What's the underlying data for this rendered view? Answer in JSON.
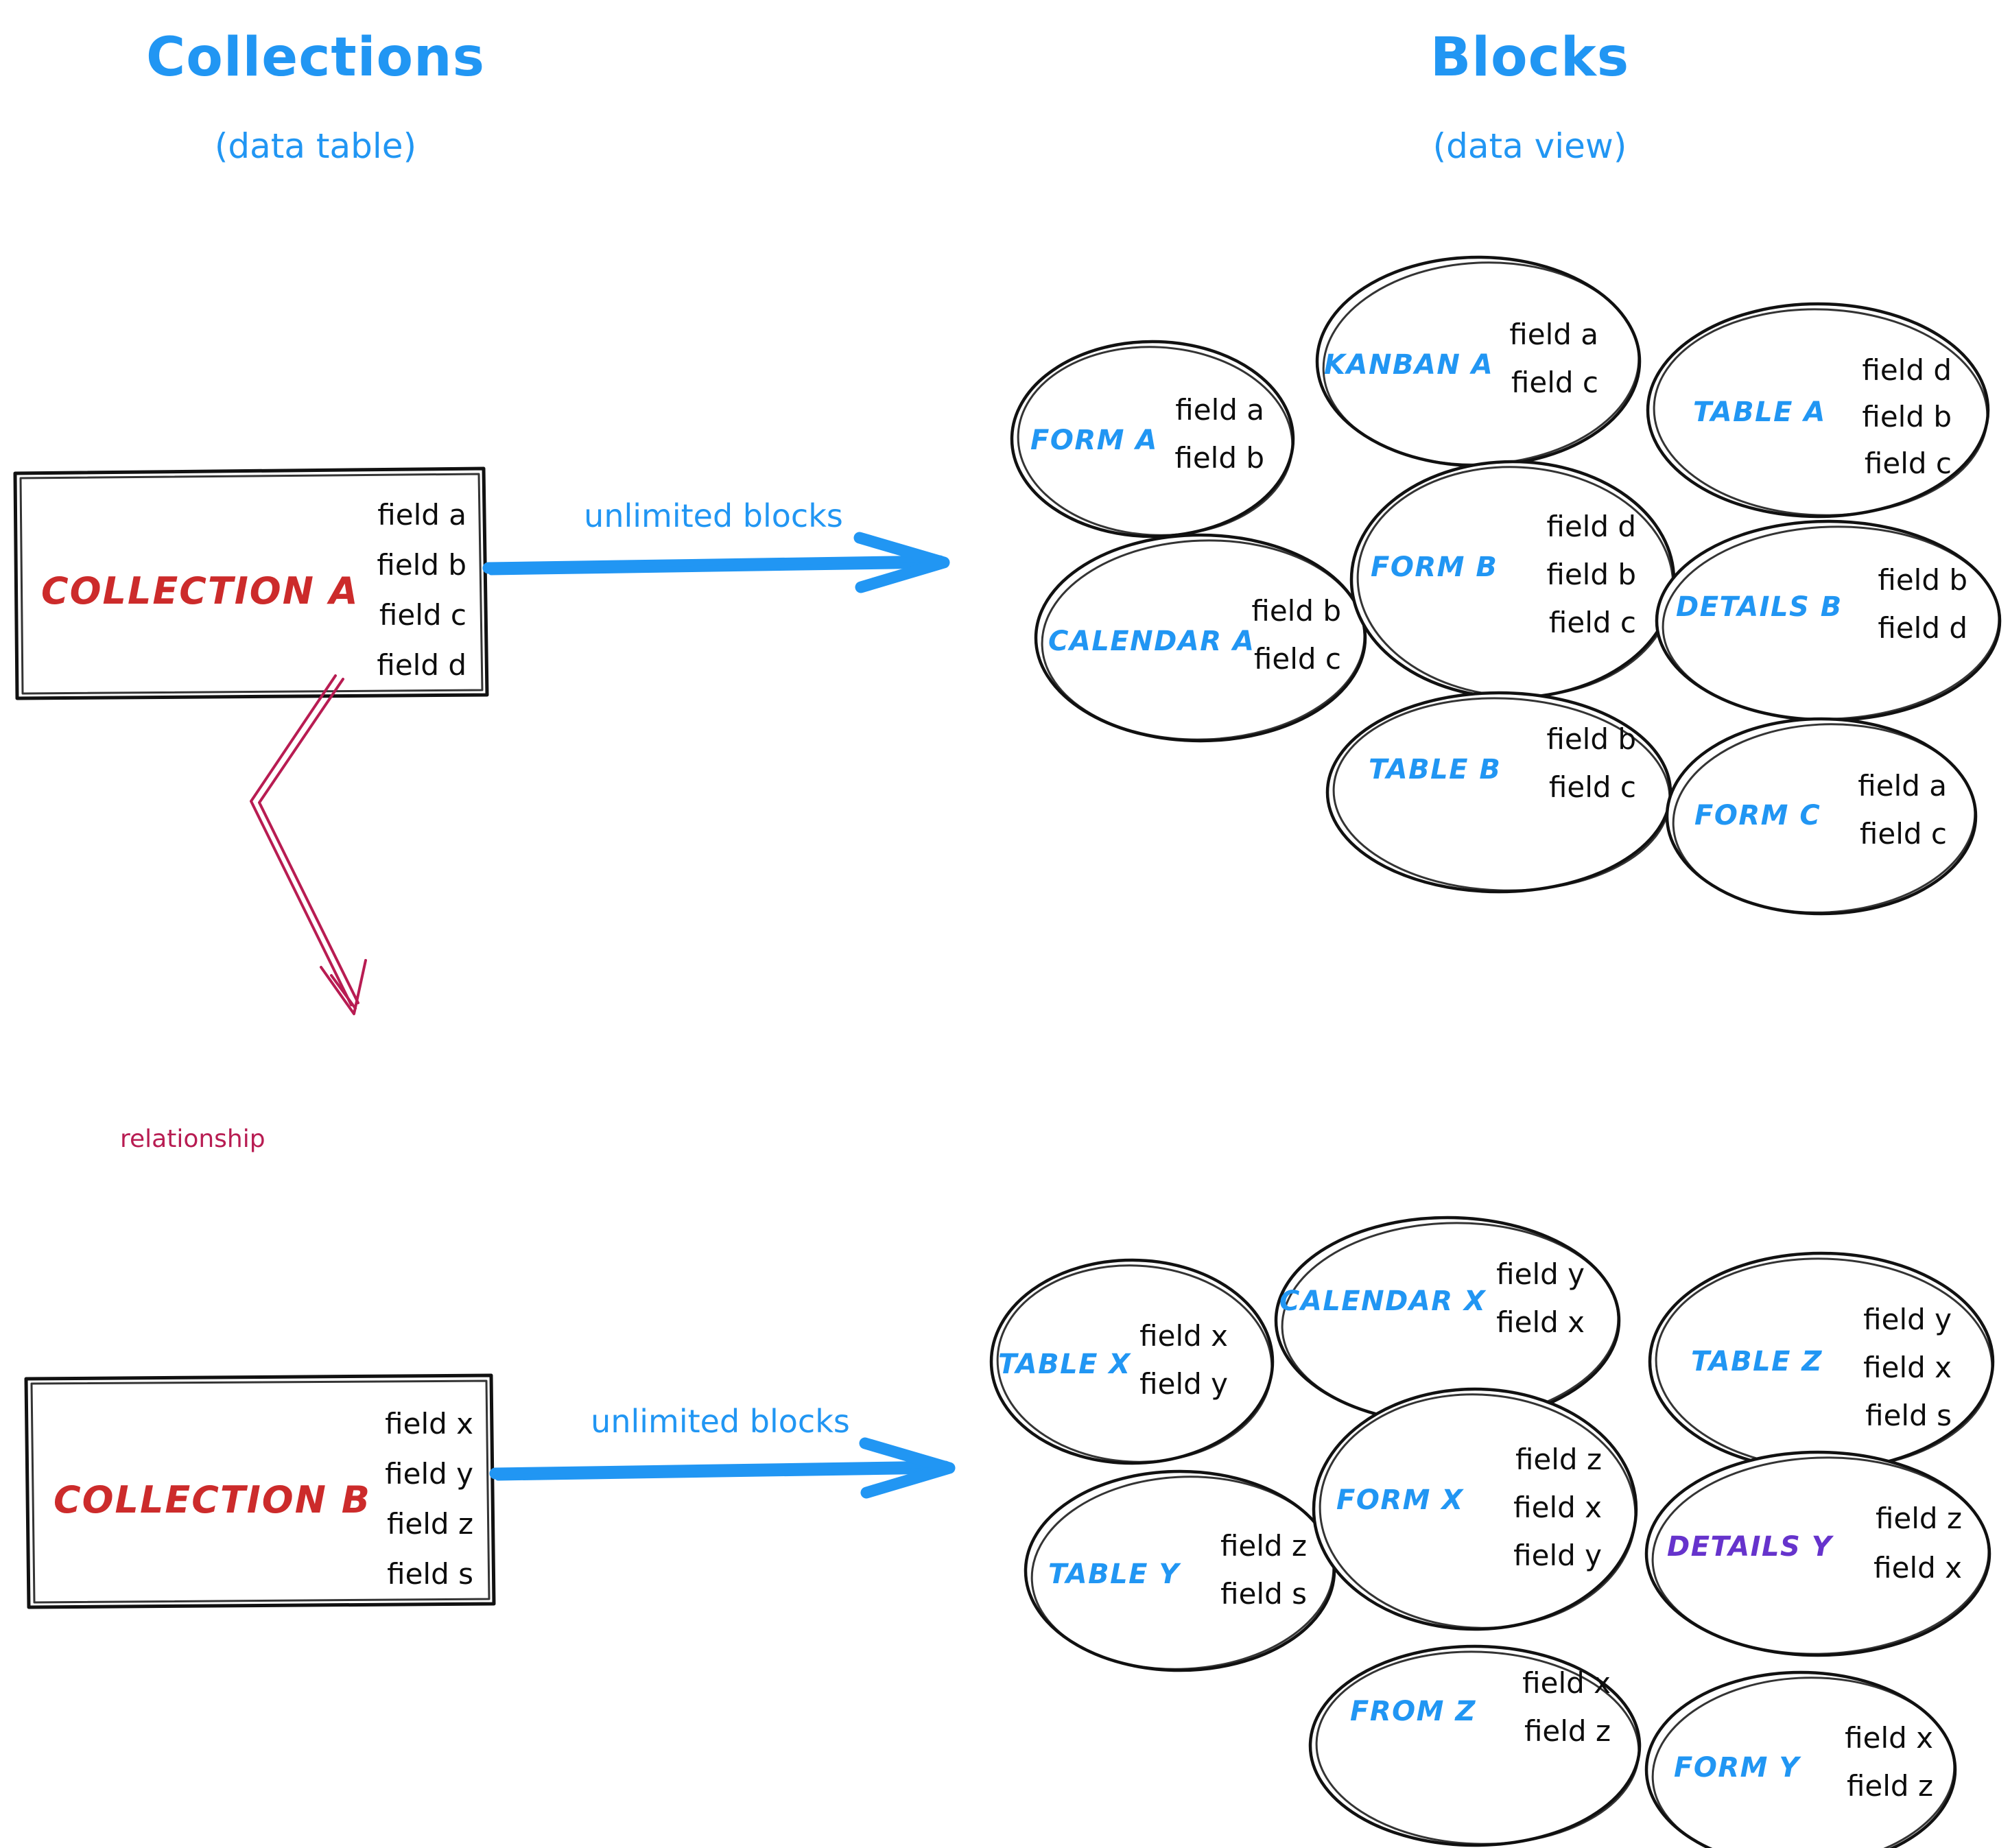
{
  "headers": {
    "left": {
      "title": "Collections",
      "subtitle": "(data table)"
    },
    "right": {
      "title": "Blocks",
      "subtitle": "(data view)"
    }
  },
  "colors": {
    "accent_blue": "#2196f3",
    "collection_red": "#cc2b2b",
    "relationship_crimson": "#b81c52",
    "details_y_purple": "#6633cc",
    "stroke_black": "#111111"
  },
  "arrows": {
    "top_label": "unlimited blocks",
    "bottom_label": "unlimited blocks",
    "relationship_label": "relationship"
  },
  "collections": [
    {
      "name": "COLLECTION A",
      "fields": [
        "field a",
        "field b",
        "field c",
        "field d"
      ]
    },
    {
      "name": "COLLECTION B",
      "fields": [
        "field x",
        "field y",
        "field z",
        "field s"
      ]
    }
  ],
  "blocks_a": [
    {
      "name": "FORM A",
      "fields": [
        "field a",
        "field b"
      ],
      "color": "blue"
    },
    {
      "name": "KANBAN A",
      "fields": [
        "field a",
        "field c"
      ],
      "color": "blue"
    },
    {
      "name": "TABLE A",
      "fields": [
        "field d",
        "field b",
        "field c"
      ],
      "color": "blue"
    },
    {
      "name": "CALENDAR A",
      "fields": [
        "field b",
        "field c"
      ],
      "color": "blue"
    },
    {
      "name": "FORM B",
      "fields": [
        "field d",
        "field b",
        "field c"
      ],
      "color": "blue"
    },
    {
      "name": "DETAILS B",
      "fields": [
        "field b",
        "field d"
      ],
      "color": "blue"
    },
    {
      "name": "TABLE B",
      "fields": [
        "field b",
        "field c"
      ],
      "color": "blue"
    },
    {
      "name": "FORM C",
      "fields": [
        "field a",
        "field c"
      ],
      "color": "blue"
    }
  ],
  "blocks_b": [
    {
      "name": "TABLE X",
      "fields": [
        "field x",
        "field y"
      ],
      "color": "blue"
    },
    {
      "name": "CALENDAR X",
      "fields": [
        "field y",
        "field x"
      ],
      "color": "blue"
    },
    {
      "name": "TABLE Z",
      "fields": [
        "field y",
        "field x",
        "field s"
      ],
      "color": "blue"
    },
    {
      "name": "TABLE Y",
      "fields": [
        "field z",
        "field s"
      ],
      "color": "blue"
    },
    {
      "name": "FORM X",
      "fields": [
        "field z",
        "field x",
        "field y"
      ],
      "color": "blue"
    },
    {
      "name": "DETAILS Y",
      "fields": [
        "field z",
        "field x"
      ],
      "color": "purple"
    },
    {
      "name": "FROM Z",
      "fields": [
        "field x",
        "field z"
      ],
      "color": "blue"
    },
    {
      "name": "FORM Y",
      "fields": [
        "field x",
        "field z"
      ],
      "color": "blue"
    }
  ]
}
